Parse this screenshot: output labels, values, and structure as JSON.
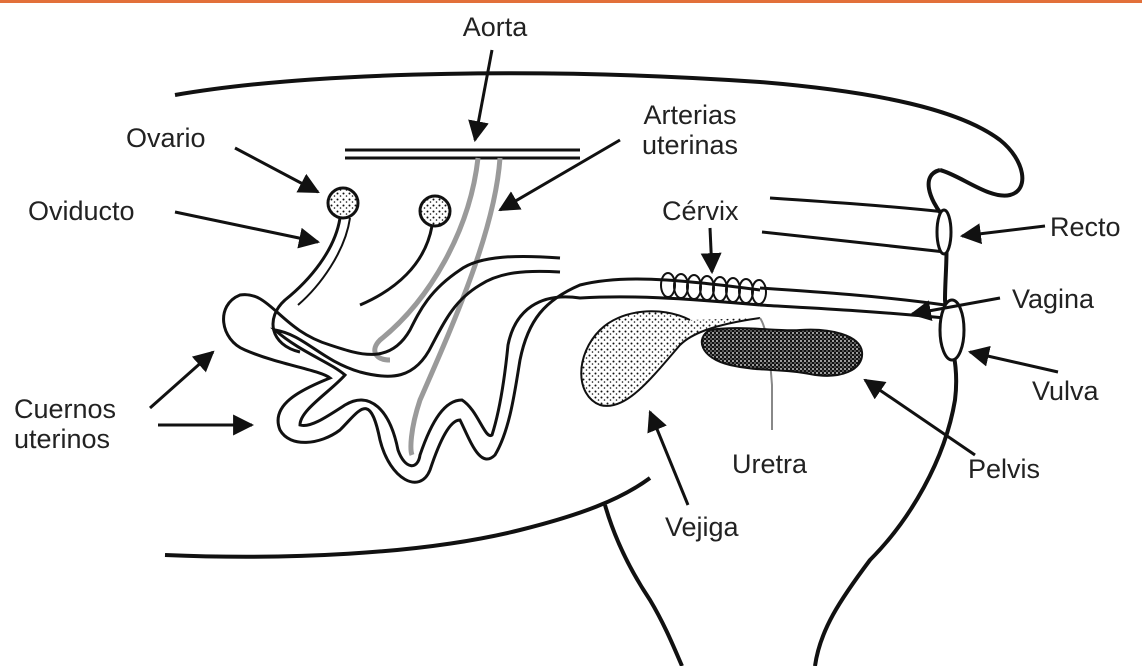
{
  "colors": {
    "top_bar": "#e2703a",
    "ink": "#111111",
    "label_text": "#222222",
    "vessel": "#9a9a9a"
  },
  "labels": {
    "aorta": "Aorta",
    "arterias_line1": "Arterias",
    "arterias_line2": "uterinas",
    "ovario": "Ovario",
    "oviducto": "Oviducto",
    "cervix": "Cérvix",
    "recto": "Recto",
    "vagina": "Vagina",
    "vulva": "Vulva",
    "cuernos_line1": "Cuernos",
    "cuernos_line2": "uterinos",
    "uretra": "Uretra",
    "pelvis": "Pelvis",
    "vejiga": "Vejiga"
  }
}
